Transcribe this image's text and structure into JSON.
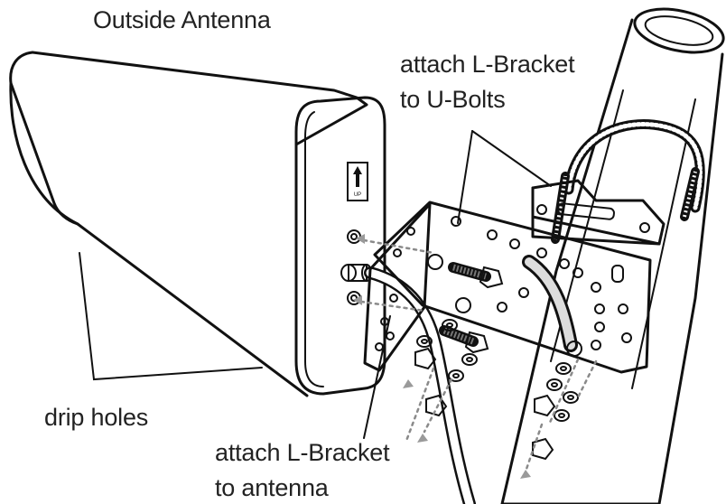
{
  "labels": {
    "outside_antenna": "Outside Antenna",
    "attach_ubolts_line1": "attach L-Bracket",
    "attach_ubolts_line2": "to U-Bolts",
    "drip_holes": "drip holes",
    "attach_antenna_line1": "attach L-Bracket",
    "attach_antenna_line2": "to antenna"
  },
  "antenna_sticker": {
    "icon": "up-arrow-icon",
    "text": "UP"
  },
  "colors": {
    "line": "#111111",
    "hardware": "#9a9a9a",
    "dotted_path": "#8a8a8a",
    "background": "#ffffff"
  }
}
